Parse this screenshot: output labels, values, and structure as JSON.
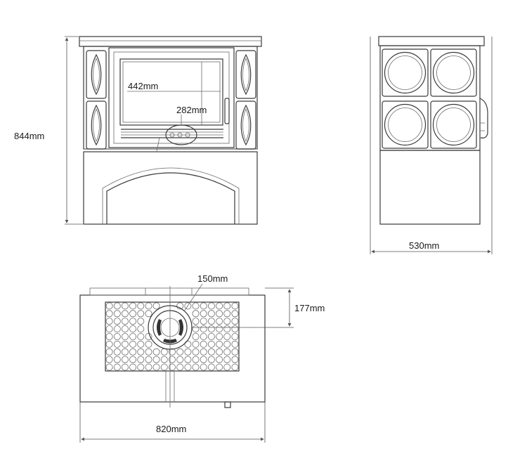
{
  "front_view": {
    "height_label": "844mm",
    "glass_width_label": "442mm",
    "glass_height_label": "282mm"
  },
  "side_view": {
    "depth_label": "530mm"
  },
  "top_view": {
    "flue_diameter_label": "150mm",
    "flue_offset_label": "177mm",
    "width_label": "820mm"
  }
}
